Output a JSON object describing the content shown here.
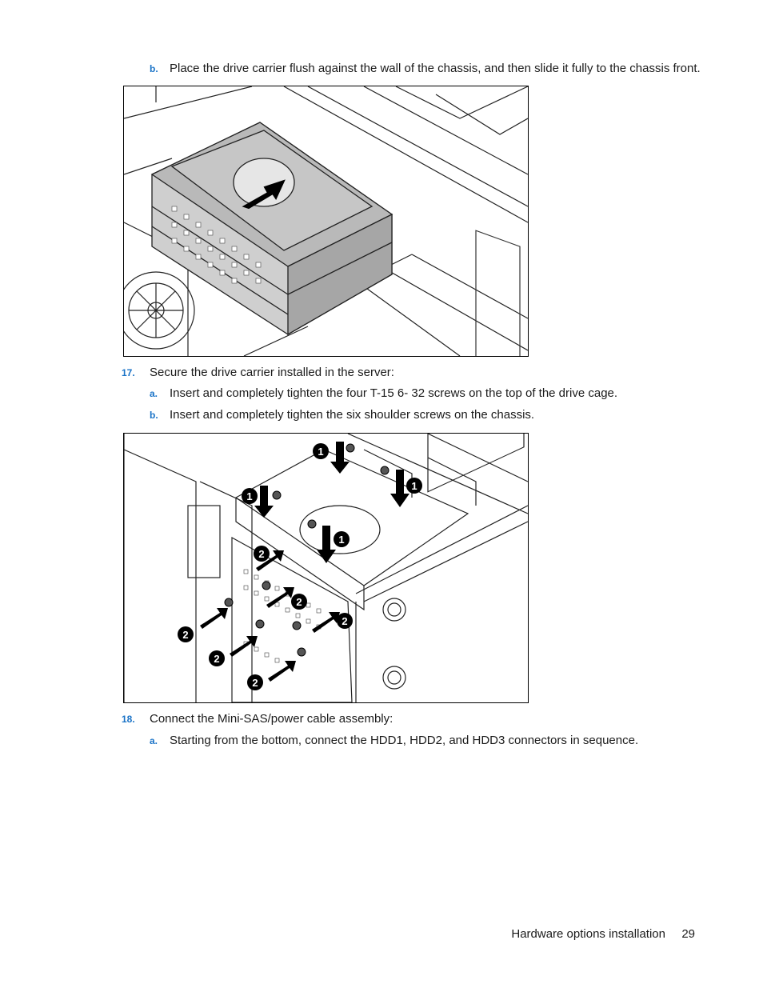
{
  "steps": [
    {
      "marker": "b.",
      "text": "Place the drive carrier flush against the wall of the chassis, and then slide it fully to the chassis front."
    },
    {
      "marker": "17.",
      "text": "Secure the drive carrier installed in the server:"
    },
    {
      "marker": "a.",
      "text": "Insert and completely tighten the four T-15 6- 32 screws on the top of the drive cage."
    },
    {
      "marker": "b.",
      "text": "Insert and completely tighten the six shoulder screws on the chassis."
    },
    {
      "marker": "18.",
      "text": "Connect the Mini-SAS/power cable assembly:"
    },
    {
      "marker": "a.",
      "text": "Starting from the bottom, connect the HDD1, HDD2, and HDD3 connectors in sequence."
    }
  ],
  "callouts": {
    "one": "1",
    "two": "2"
  },
  "footer": {
    "section": "Hardware options installation",
    "page": "29"
  }
}
